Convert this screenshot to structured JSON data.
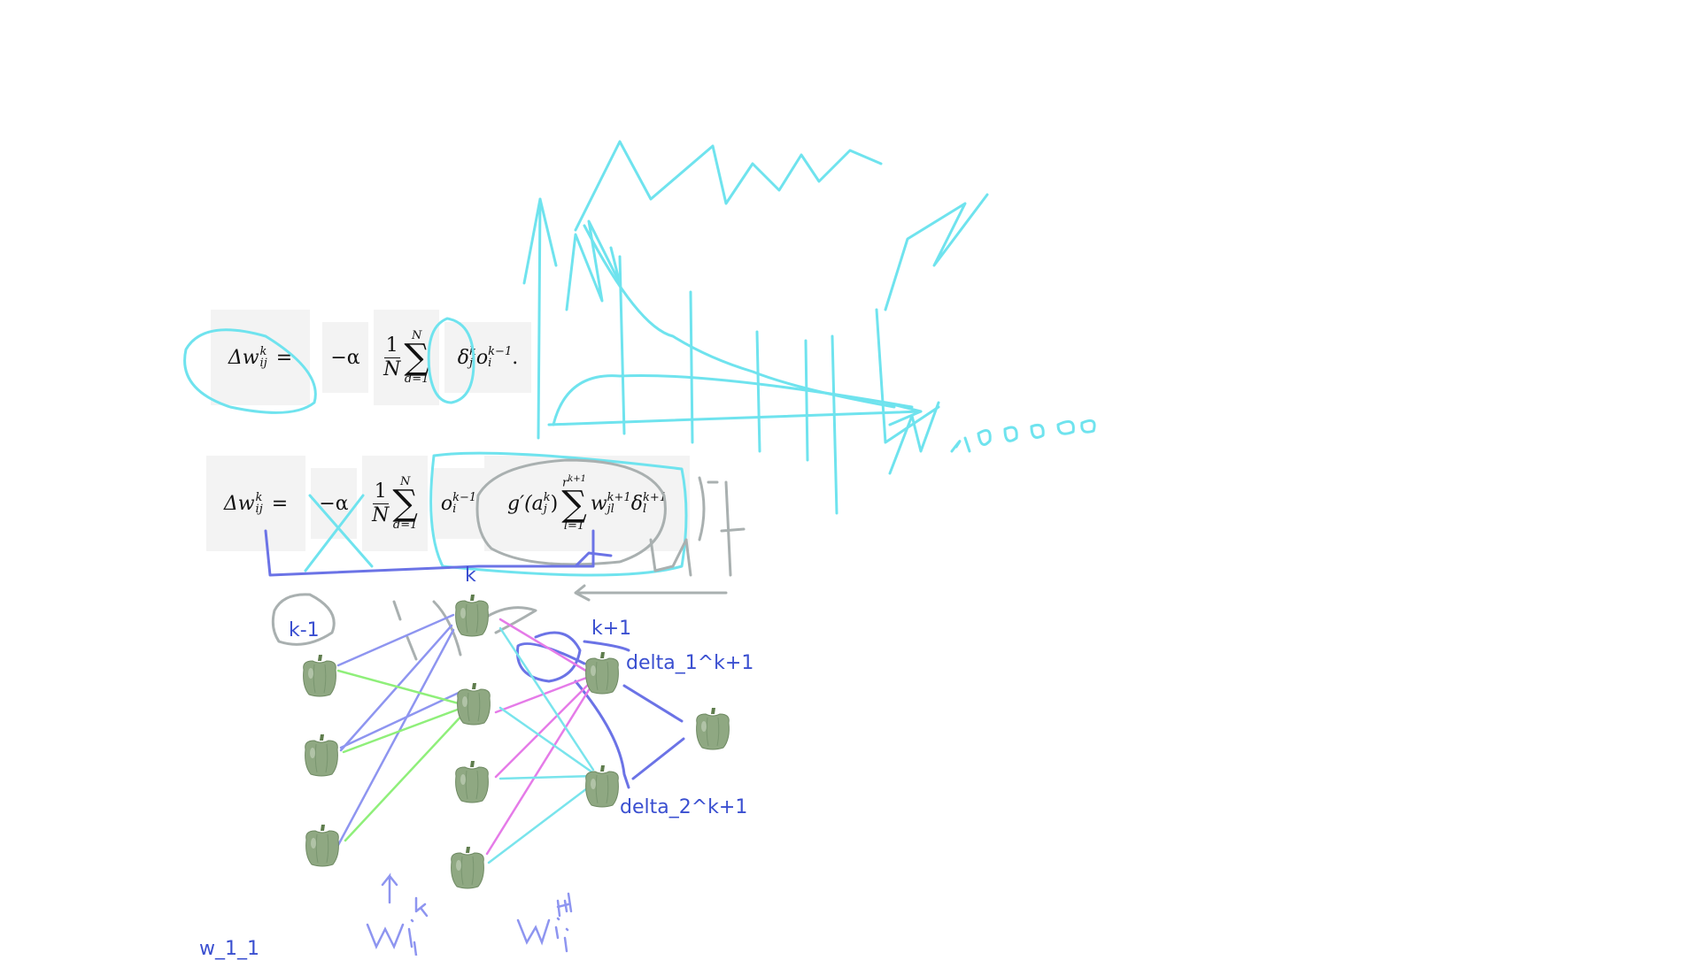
{
  "formula1": {
    "lhs": "Δw",
    "lhs_sup": "k",
    "lhs_sub": "ij",
    "eq": "=",
    "coef": "−α",
    "frac_num": "1",
    "frac_den": "N",
    "sum_top": "N",
    "sum_bot": "d=1",
    "term": "δ",
    "term_sup": "k",
    "term_sub": "j",
    "term2": "o",
    "term2_sup": "k−1",
    "term2_sub": "i",
    "tail": "."
  },
  "formula2": {
    "lhs": "Δw",
    "lhs_sup": "k",
    "lhs_sub": "ij",
    "eq": "=",
    "coef": "−α",
    "frac_num": "1",
    "frac_den": "N",
    "sum_top": "N",
    "sum_bot": "d=1",
    "o": "o",
    "o_sup": "k−1",
    "o_sub": "i",
    "g": "g′(a",
    "g_sup": "k",
    "g_sub": "j",
    "g_close": ")",
    "sum2_top": "r",
    "sum2_top_sup": "k+1",
    "sum2_bot": "l=1",
    "w": "w",
    "w_sup": "k+1",
    "w_sub": "jl",
    "d": "δ",
    "d_sup": "k+1",
    "d_sub": "l"
  },
  "labels": {
    "k": "k",
    "k_minus_1": "k-1",
    "k_plus_1": "k+1",
    "delta1": "delta_1^k+1",
    "delta2": "delta_2^k+1",
    "w11": "w_1_1"
  },
  "colors": {
    "cyan_ink": "#6fe3ee",
    "gray_ink": "#a9b0b0",
    "blue_ink": "#6b73e6",
    "label_blue": "#3a4fd0",
    "pepper": "#8fa882"
  },
  "nodes_icon": "green-pepper-icon"
}
